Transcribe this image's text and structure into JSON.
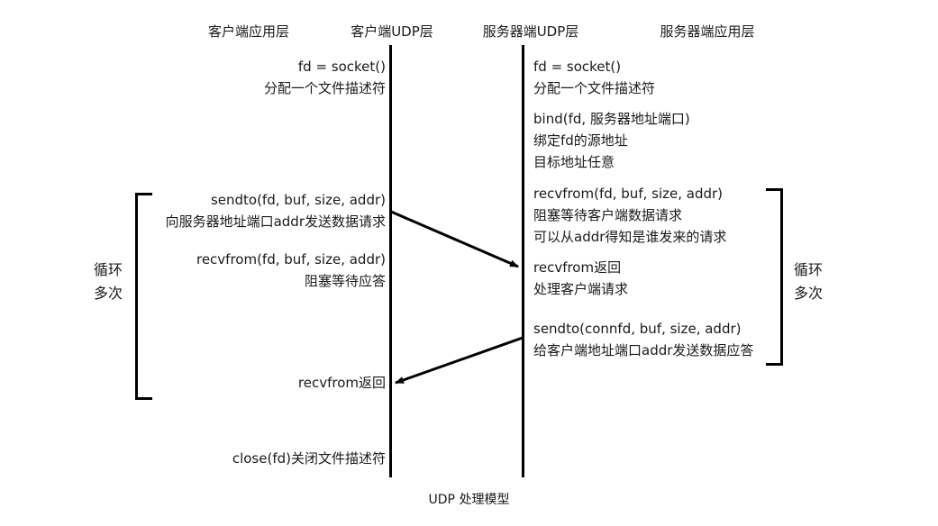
{
  "diagram": {
    "caption": "UDP 处理模型",
    "lifelines": [
      {
        "id": "client-app",
        "label": "客户端应用层"
      },
      {
        "id": "client-udp",
        "label": "客户端UDP层"
      },
      {
        "id": "server-udp",
        "label": "服务器端UDP层"
      },
      {
        "id": "server-app",
        "label": "服务器端应用层"
      }
    ],
    "client_steps": {
      "socket": "fd = socket()\n分配一个文件描述符",
      "socket_line1": "fd = socket()",
      "socket_line2": "分配一个文件描述符",
      "sendto_line1": "sendto(fd, buf, size, addr)",
      "sendto_line2": "向服务器地址端口addr发送数据请求",
      "recvfrom_line1": "recvfrom(fd, buf, size, addr)",
      "recvfrom_line2": "阻塞等待应答",
      "recvfrom_return": "recvfrom返回",
      "close": "close(fd)关闭文件描述符"
    },
    "server_steps": {
      "socket_line1": "fd = socket()",
      "socket_line2": "分配一个文件描述符",
      "bind_line1": "bind(fd, 服务器地址端口)",
      "bind_line2": "绑定fd的源地址",
      "bind_line3": "目标地址任意",
      "recvfrom_line1": "recvfrom(fd, buf, size, addr)",
      "recvfrom_line2": "阻塞等待客户端数据请求",
      "recvfrom_line3": "可以从addr得知是谁发来的请求",
      "recvfrom_return_line1": "recvfrom返回",
      "recvfrom_return_line2": "处理客户端请求",
      "sendto_line1": "sendto(connfd, buf, size, addr)",
      "sendto_line2": "给客户端地址端口addr发送数据应答"
    },
    "loops": {
      "left_line1": "循环",
      "left_line2": "多次",
      "right_line1": "循环",
      "right_line2": "多次"
    },
    "colors": {
      "line": "#000000",
      "text": "#1a1a1a",
      "background": "#ffffff"
    }
  }
}
